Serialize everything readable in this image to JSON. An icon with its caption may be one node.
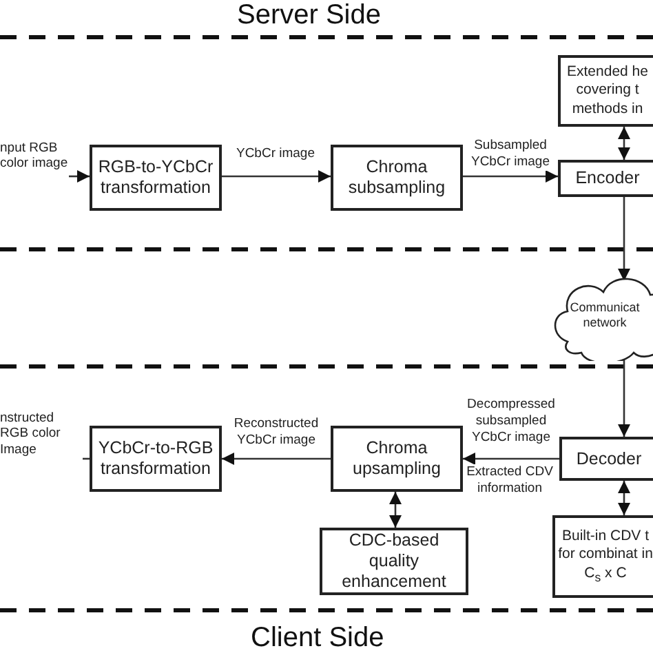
{
  "diagram": {
    "nodes": [
      {
        "text": [
          "nput RGB color image"
        ]
      },
      {
        "text": [
          "RGB-to-YCbCr transformation"
        ]
      },
      {
        "text": [
          "Chroma subsampling"
        ]
      },
      {
        "text": [
          "Encoder"
        ]
      },
      {
        "text": [
          "Extended he covering t methods in"
        ]
      },
      {
        "text": [
          "Communicat network"
        ]
      },
      {
        "text": [
          "Decoder"
        ]
      },
      {
        "text": [
          "Built-in CDV t for combinat in C$_{s}$ x C"
        ]
      },
      {
        "text": [
          "Chroma upsampling"
        ]
      },
      {
        "text": [
          "CDC-based quality enhancement"
        ]
      },
      {
        "text": [
          "YCbCr-to-RGB transformation"
        ]
      },
      {
        "text": [
          "nstructed RGB color Image"
        ]
      }
    ],
    "edges": [
      {
        "from": 0,
        "to": 1,
        "arrow": "to"
      },
      {
        "from": 1,
        "to": 2,
        "arrow": "to",
        "label": "YCbCr image"
      },
      {
        "from": 2,
        "to": 3,
        "arrow": "to",
        "label": "Subsampled YCbCr image"
      },
      {
        "from": 3,
        "to": 4,
        "arrow": "both"
      },
      {
        "from": 3,
        "to": 5,
        "arrow": "to"
      },
      {
        "from": 5,
        "to": 6,
        "arrow": "to"
      },
      {
        "from": 6,
        "to": 8,
        "arrow": "to",
        "label": "Decompressed subsampled YCbCr image"
      },
      {
        "from": 6,
        "to": 7,
        "arrow": "both"
      },
      {
        "from": 8,
        "to": 9,
        "arrow": "both"
      },
      {
        "from": 8,
        "to": 10,
        "arrow": "to",
        "label": "Reconstructed YCbCr image"
      },
      {
        "from": 10,
        "to": 11,
        "arrow": "none"
      }
    ],
    "labels": [
      "Server Side",
      "Extracted CDV information",
      "Client Side"
    ]
  }
}
